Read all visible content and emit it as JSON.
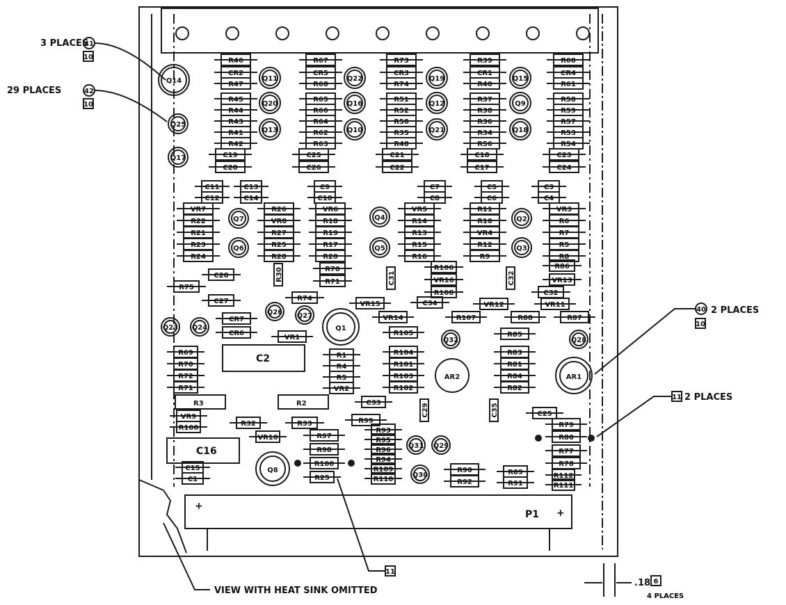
{
  "callouts": {
    "places3": {
      "text": "3 PLACES",
      "ref": "41",
      "sub": "10"
    },
    "places29": {
      "text": "29 PLACES",
      "ref": "42",
      "sub": "10"
    },
    "places2_ar": {
      "text": "2 PLACES",
      "ref": "40",
      "sub": "10"
    },
    "places2_post": {
      "ref": "11",
      "text": "2 PLACES"
    },
    "bottom_ref": {
      "ref": "11"
    },
    "dim": {
      "value": ".18",
      "ref": "6",
      "sub": "4 PLACES"
    },
    "view_note": "VIEW WITH HEAT SINK OMITTED"
  },
  "connector_label": "P1",
  "large_components": {
    "c2": "C2",
    "c16": "C16",
    "ar1": "AR1",
    "ar2": "AR2",
    "q1": "Q1",
    "q8": "Q8",
    "r3": "R3",
    "r2": "R2"
  },
  "rows": {
    "row1": [
      "R46",
      "CR2",
      "R47",
      "R67",
      "CR5",
      "R68",
      "R73",
      "CR3",
      "R74",
      "R39",
      "CR1",
      "R40",
      "R60",
      "CR4",
      "R61"
    ],
    "row1_transistors": [
      "Q14",
      "Q25",
      "Q17",
      "Q11",
      "Q20",
      "Q13",
      "Q22",
      "Q16",
      "Q10",
      "Q19",
      "Q12",
      "Q21",
      "Q15",
      "Q9",
      "Q18"
    ],
    "row2": [
      "R45",
      "R44",
      "R43",
      "R65",
      "R66",
      "R64",
      "R51",
      "R52",
      "R50",
      "R37",
      "R38",
      "R36",
      "R58",
      "R59",
      "R57"
    ],
    "row3": [
      "R41",
      "R42",
      "R62",
      "R63",
      "R35",
      "R48",
      "R34",
      "R56",
      "R53",
      "R54"
    ],
    "caps_row": [
      "C19",
      "C20",
      "C25",
      "C26",
      "C21",
      "C22",
      "C18",
      "C17",
      "C23",
      "C24"
    ],
    "cap_pairs": [
      "C11",
      "C12",
      "C13",
      "C14",
      "C9",
      "C10",
      "C7",
      "C8",
      "C5",
      "C6",
      "C3",
      "C4"
    ],
    "mid_left": [
      "VR7",
      "R22",
      "R21",
      "R23",
      "R24",
      "R26",
      "VR8",
      "R27",
      "R25",
      "R28"
    ],
    "mid_center": [
      "VR6",
      "R18",
      "R19",
      "R17",
      "R20",
      "VR5",
      "R14",
      "R13",
      "R15",
      "R16"
    ],
    "mid_right": [
      "R11",
      "R10",
      "VR4",
      "R12",
      "R9",
      "VR3",
      "R6",
      "R7",
      "R5",
      "R8"
    ],
    "mid_transistors": [
      "Q7",
      "Q6",
      "Q4",
      "Q5",
      "Q2",
      "Q3"
    ],
    "lower1": [
      "C28",
      "R75",
      "C27",
      "R74",
      "R70",
      "R71",
      "R106",
      "VR16",
      "R108",
      "C34",
      "R86",
      "VR13",
      "C32"
    ],
    "lower2": [
      "Q26",
      "Q27",
      "Q24",
      "Q23",
      "CR7",
      "CR6",
      "VR1",
      "VR15",
      "VR14",
      "R105",
      "R107",
      "VR12",
      "R88",
      "VR11",
      "R87",
      "R85",
      "Q28",
      "Q32"
    ],
    "lower3": [
      "R69",
      "R70",
      "R72",
      "R71",
      "R1",
      "R4",
      "R5",
      "VR2",
      "R104",
      "R101",
      "R103",
      "R102",
      "R83",
      "R81",
      "R84",
      "R82"
    ],
    "bottom": [
      "VR9",
      "R100",
      "R32",
      "R33",
      "VR10",
      "R99",
      "C33",
      "R97",
      "R98",
      "R100",
      "R93",
      "R95",
      "R96",
      "R94",
      "R109",
      "R110",
      "R25",
      "Q31",
      "Q29",
      "Q30",
      "R90",
      "R92",
      "R89",
      "R91",
      "C25",
      "R79",
      "R80",
      "R77",
      "R78",
      "R112",
      "R111",
      "C15",
      "C1"
    ],
    "vertical_small": [
      "R30",
      "C31",
      "C32",
      "C29",
      "C35"
    ]
  }
}
